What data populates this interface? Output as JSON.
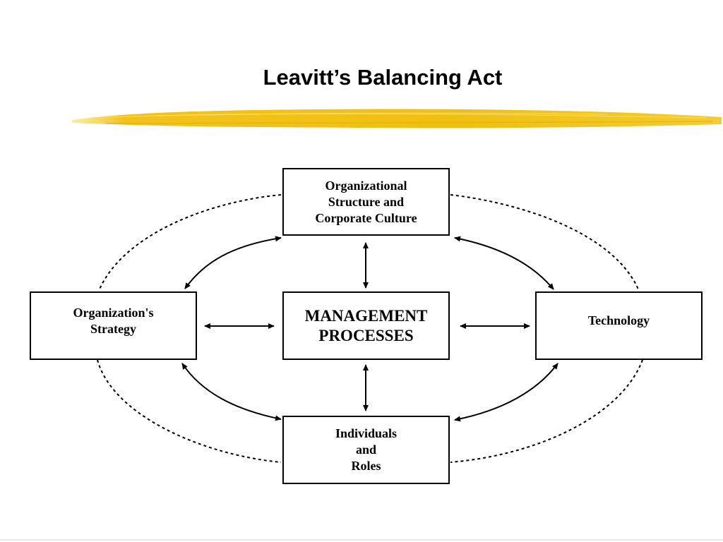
{
  "slide": {
    "title": "Leavitt’s Balancing Act"
  },
  "diagram": {
    "top_box": "Organizational\nStructure and\nCorporate Culture",
    "left_box": "Organization's\nStrategy",
    "center_box": "MANAGEMENT\nPROCESSES",
    "right_box": "Technology",
    "bottom_box": "Individuals\nand\nRoles"
  },
  "colors": {
    "accent_stroke": "#f2c21b",
    "line": "#000000"
  }
}
